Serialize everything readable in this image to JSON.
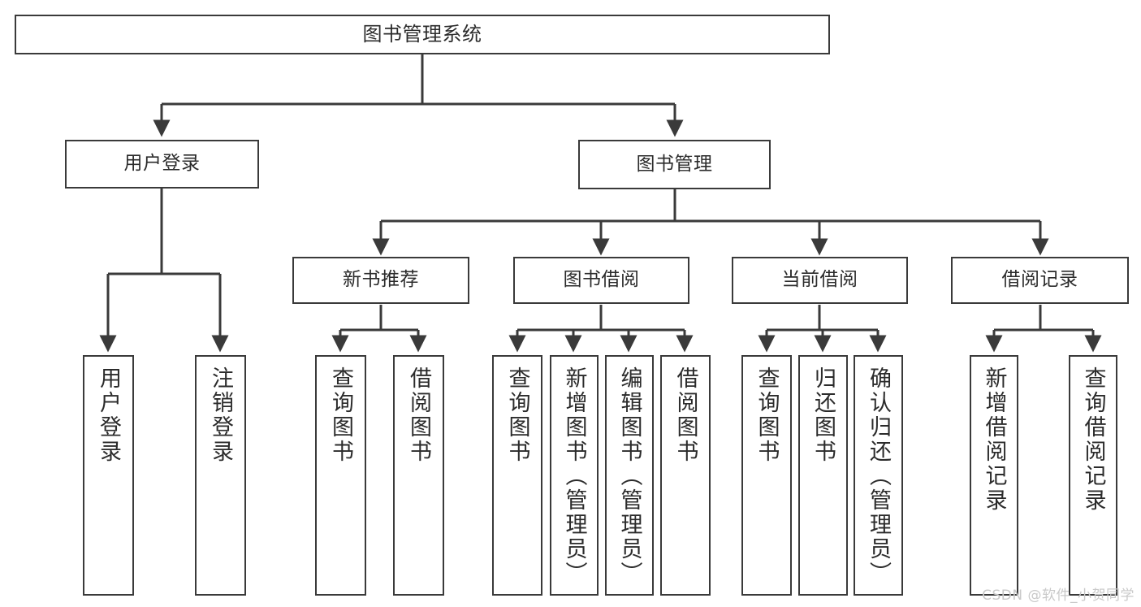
{
  "diagram": {
    "title": "图书管理系统",
    "type": "tree-hierarchy",
    "watermark": "CSDN @软件_小贺同学",
    "colors": {
      "stroke": "#3a3a3a",
      "fill": "#ffffff",
      "text": "#2b2b2b",
      "watermark": "#c9c9c9"
    },
    "root": {
      "label": "图书管理系统"
    },
    "level2": [
      {
        "label": "用户登录"
      },
      {
        "label": "图书管理"
      }
    ],
    "level3": [
      {
        "label": "新书推荐"
      },
      {
        "label": "图书借阅"
      },
      {
        "label": "当前借阅"
      },
      {
        "label": "借阅记录"
      }
    ],
    "leaves": {
      "user_login": [
        {
          "label": "用户登录"
        },
        {
          "label": "注销登录"
        }
      ],
      "new_book": [
        {
          "label": "查询图书"
        },
        {
          "label": "借阅图书"
        }
      ],
      "book_borrow": [
        {
          "label": "查询图书"
        },
        {
          "label": "新增图书（管理员）"
        },
        {
          "label": "编辑图书（管理员）"
        },
        {
          "label": "借阅图书"
        }
      ],
      "current_borrow": [
        {
          "label": "查询图书"
        },
        {
          "label": "归还图书"
        },
        {
          "label": "确认归还（管理员）"
        }
      ],
      "borrow_record": [
        {
          "label": "新增借阅记录"
        },
        {
          "label": "查询借阅记录"
        }
      ]
    }
  }
}
